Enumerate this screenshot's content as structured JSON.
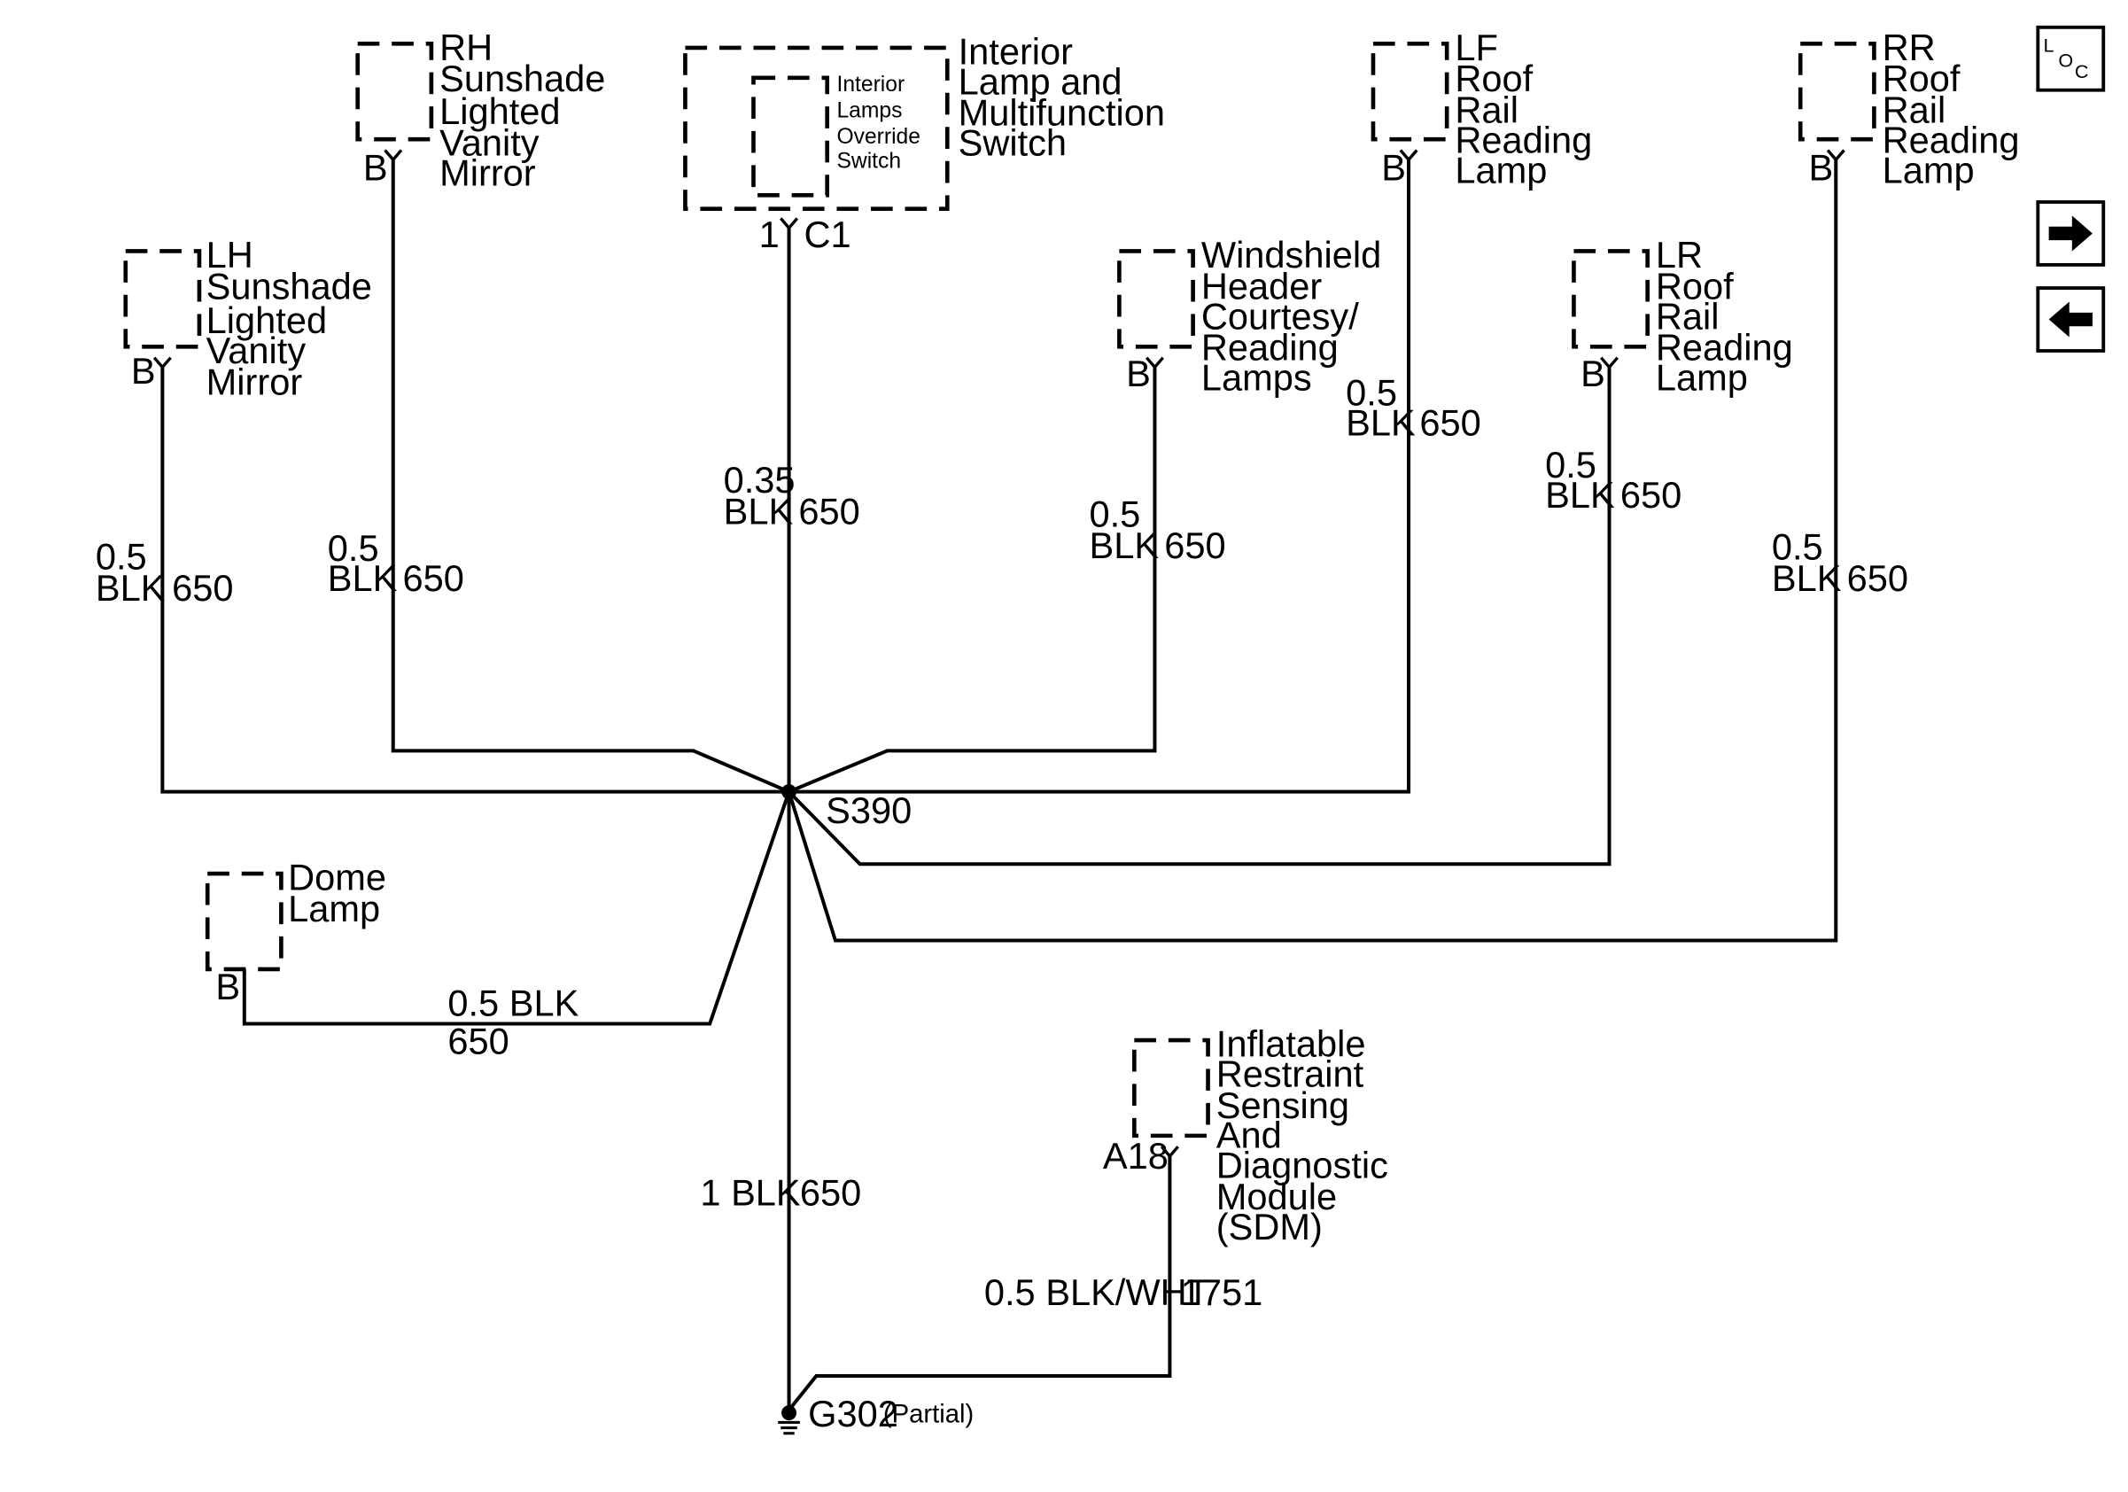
{
  "components": {
    "rh_mirror": {
      "lines": [
        "RH",
        "Sunshade",
        "Lighted",
        "Vanity",
        "Mirror"
      ],
      "pin": "B"
    },
    "lh_mirror": {
      "lines": [
        "LH",
        "Sunshade",
        "Lighted",
        "Vanity",
        "Mirror"
      ],
      "pin": "B"
    },
    "interior_switch": {
      "lines": [
        "Interior",
        "Lamp and",
        "Multifunction",
        "Switch"
      ],
      "inner_lines": [
        "Interior",
        "Lamps",
        "Override",
        "Switch"
      ],
      "pin": "1",
      "connector": "C1"
    },
    "windshield_lamps": {
      "lines": [
        "Windshield",
        "Header",
        "Courtesy/",
        "Reading",
        "Lamps"
      ],
      "pin": "B"
    },
    "lf_lamp": {
      "lines": [
        "LF",
        "Roof",
        "Rail",
        "Reading",
        "Lamp"
      ],
      "pin": "B"
    },
    "lr_lamp": {
      "lines": [
        "LR",
        "Roof",
        "Rail",
        "Reading",
        "Lamp"
      ],
      "pin": "B"
    },
    "rr_lamp": {
      "lines": [
        "RR",
        "Roof",
        "Rail",
        "Reading",
        "Lamp"
      ],
      "pin": "B"
    },
    "dome_lamp": {
      "lines": [
        "Dome",
        "Lamp"
      ],
      "pin": "B"
    },
    "sdm": {
      "lines": [
        "Inflatable",
        "Restraint",
        "Sensing",
        "And",
        "Diagnostic",
        "Module",
        "(SDM)"
      ],
      "pin": "A18"
    }
  },
  "wires": {
    "lh": {
      "gauge": "0.5",
      "color": "BLK",
      "circuit": "650"
    },
    "rh": {
      "gauge": "0.5",
      "color": "BLK",
      "circuit": "650"
    },
    "switch": {
      "gauge": "0.35",
      "color": "BLK",
      "circuit": "650"
    },
    "windshield": {
      "gauge": "0.5",
      "color": "BLK",
      "circuit": "650"
    },
    "lf": {
      "gauge": "0.5",
      "color": "BLK",
      "circuit": "650"
    },
    "lr": {
      "gauge": "0.5",
      "color": "BLK",
      "circuit": "650"
    },
    "rr": {
      "gauge": "0.5",
      "color": "BLK",
      "circuit": "650"
    },
    "dome": {
      "label": "0.5 BLK",
      "circuit": "650"
    },
    "ground": {
      "label": "1 BLK",
      "circuit": "650"
    },
    "sdm": {
      "label": "0.5 BLK/WHT",
      "circuit": "1751"
    }
  },
  "splice": {
    "label": "S390"
  },
  "ground": {
    "label": "G302",
    "note": "(Partial)"
  },
  "nav": {
    "loc_icon": "location-icon",
    "next_icon": "arrow-right-icon",
    "prev_icon": "arrow-left-icon"
  }
}
